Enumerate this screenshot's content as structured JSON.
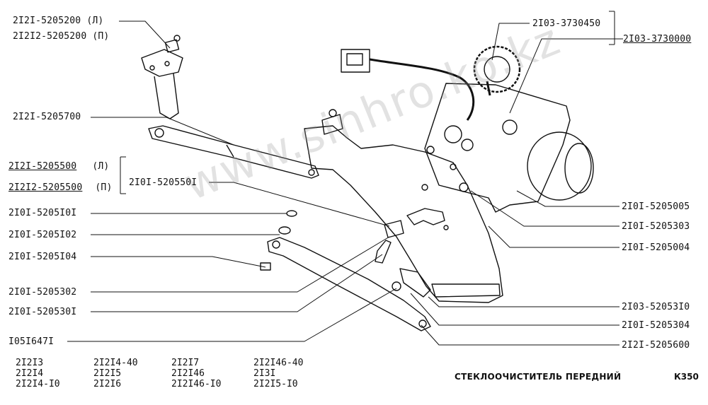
{
  "labels": {
    "part_switch_l": "2I2I-5205200  (Л)",
    "part_switch_p": "2I2I2-5205200 (П)",
    "part_rod_long": "2I2I-5205700",
    "part_rod_l": "2I2I-5205500",
    "part_rod_l_side": "(Л)",
    "part_rod_p": "2I2I2-5205500",
    "part_rod_p_side": "(П)",
    "part_bracket": "2I0I-520550I",
    "part_washer_1": "2I0I-5205I0I",
    "part_washer_2": "2I0I-5205I02",
    "part_nut_4": "2I0I-5205I04",
    "part_bushing_302": "2I0I-5205302",
    "part_bushing_301": "2I0I-520530I",
    "part_bolt": "I05I647I",
    "part_motor_3730450": "2I03-3730450",
    "part_motor_3730000": "2I03-3730000",
    "part_5005": "2I0I-5205005",
    "part_5303": "2I0I-5205303",
    "part_5004": "2I0I-5205004",
    "part_5310": "2I03-52053I0",
    "part_5304": "2I0I-5205304",
    "part_5600": "2I2I-5205600"
  },
  "models": {
    "col1": [
      "2I2I3",
      "2I2I4",
      "2I2I4-I0"
    ],
    "col2": [
      "2I2I4-40",
      "2I2I5",
      "2I2I6"
    ],
    "col3": [
      "2I2I7",
      "2I2I46",
      "2I2I46-I0"
    ],
    "col4": [
      "2I2I46-40",
      "2I3I",
      "2I2I5-I0"
    ]
  },
  "caption": "СТЕКЛООЧИСТИТЕЛЬ ПЕРЕДНИЙ",
  "sheet_code": "К350",
  "watermark": "www.sinhro.ko.kz"
}
